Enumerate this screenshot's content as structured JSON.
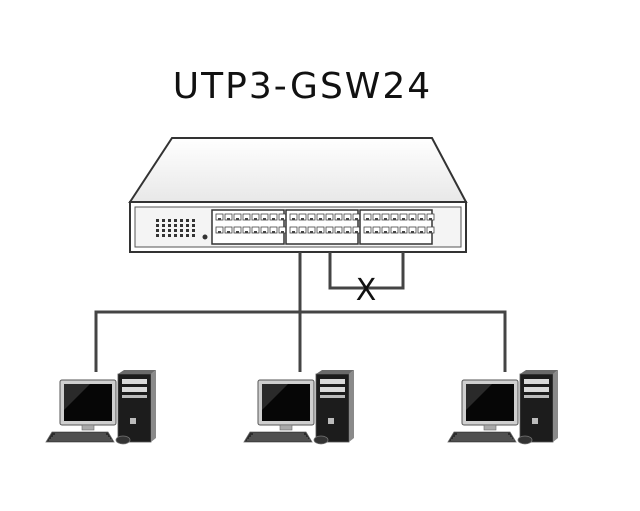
{
  "diagram": {
    "title": "UTP3-GSW24",
    "switch": {
      "port_groups": 3,
      "ports_per_group": 8
    },
    "loop_marker": "X",
    "computers": [
      {
        "name": "computer-left"
      },
      {
        "name": "computer-center"
      },
      {
        "name": "computer-right"
      }
    ]
  }
}
